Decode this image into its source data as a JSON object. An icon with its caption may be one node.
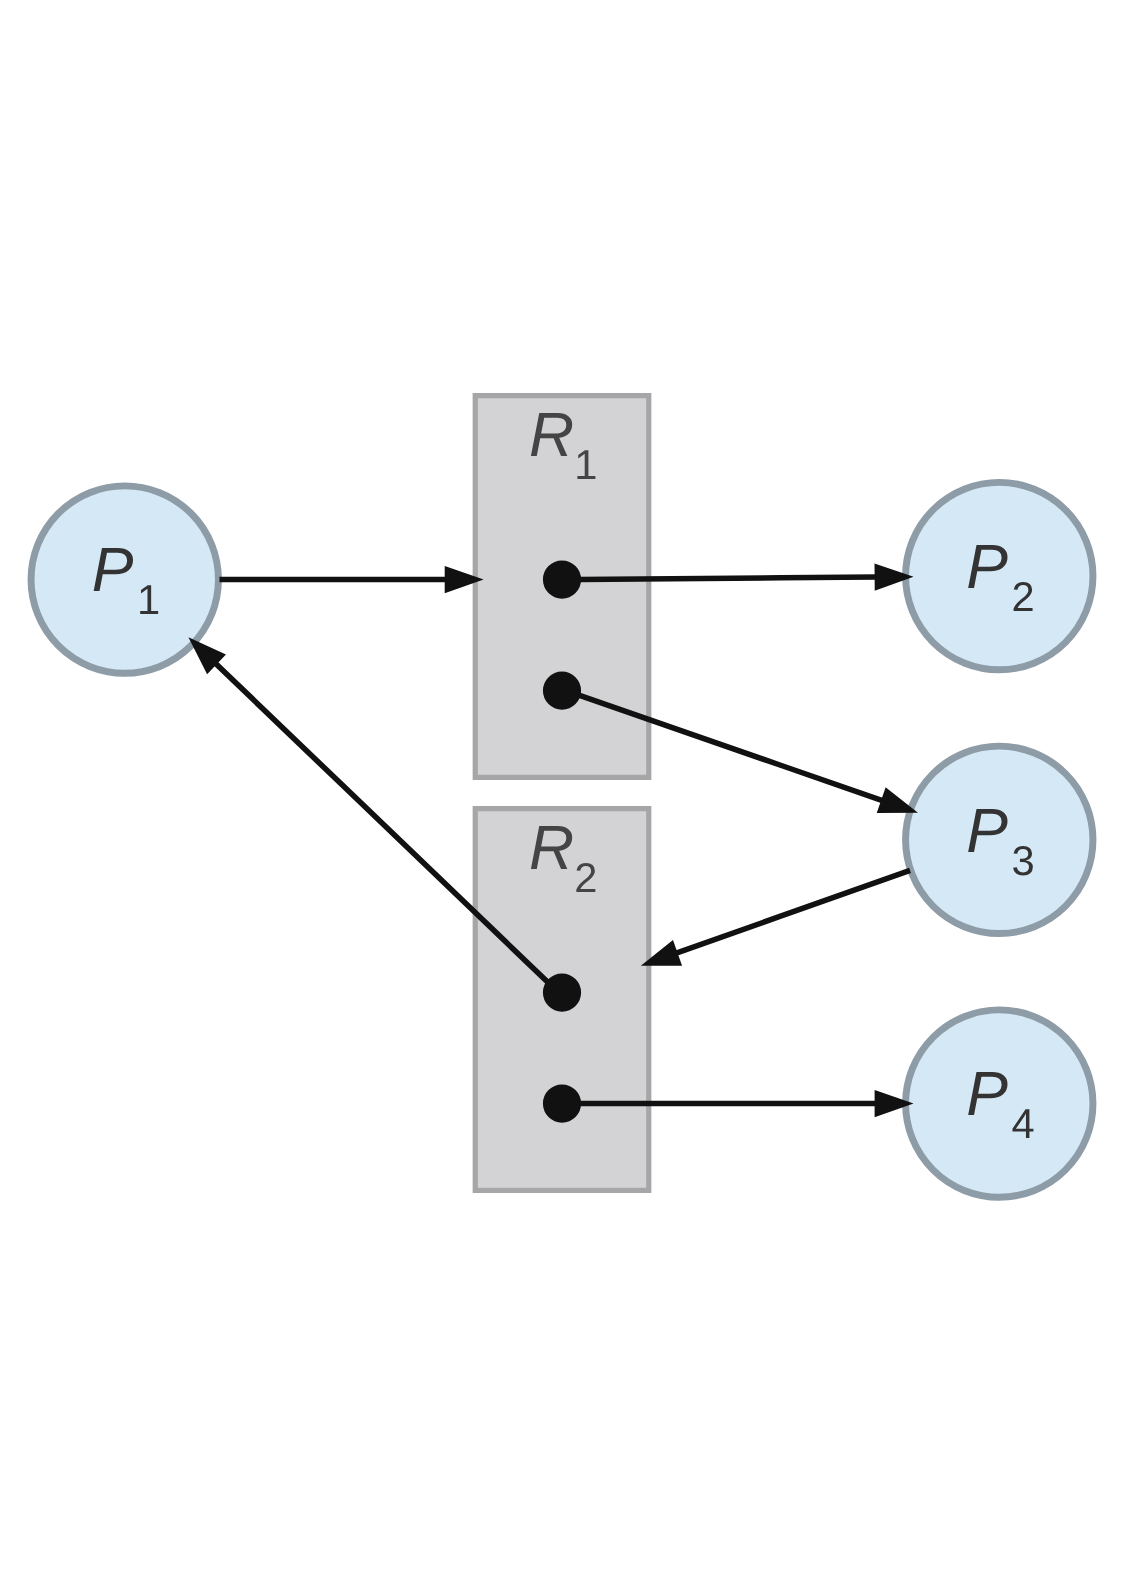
{
  "diagram": {
    "nodes": [
      {
        "text": [
          "P$_{2}$"
        ]
      },
      {
        "text": [
          "R$_{1}$"
        ]
      },
      {
        "text": [],
        "shape": "circle",
        "in": 1
      },
      {
        "text": [],
        "shape": "circle",
        "in": 1
      },
      {
        "text": [
          "P$_{3}$"
        ]
      },
      {
        "text": [
          "P$_{1}$"
        ]
      },
      {
        "text": [
          "R$_{2}$"
        ]
      },
      {
        "text": [],
        "shape": "circle",
        "in": 6
      },
      {
        "text": [],
        "shape": "circle",
        "in": 6
      },
      {
        "text": [
          "P$_{4}$"
        ]
      }
    ],
    "edges": [
      {
        "from": 5,
        "to": 1,
        "arrow": "to"
      },
      {
        "from": 2,
        "to": 0,
        "arrow": "to"
      },
      {
        "from": 3,
        "to": 4,
        "arrow": "to"
      },
      {
        "from": 4,
        "to": 6,
        "arrow": "to"
      },
      {
        "from": 7,
        "to": 5,
        "arrow": "to"
      },
      {
        "from": 8,
        "to": 9,
        "arrow": "to"
      }
    ]
  }
}
